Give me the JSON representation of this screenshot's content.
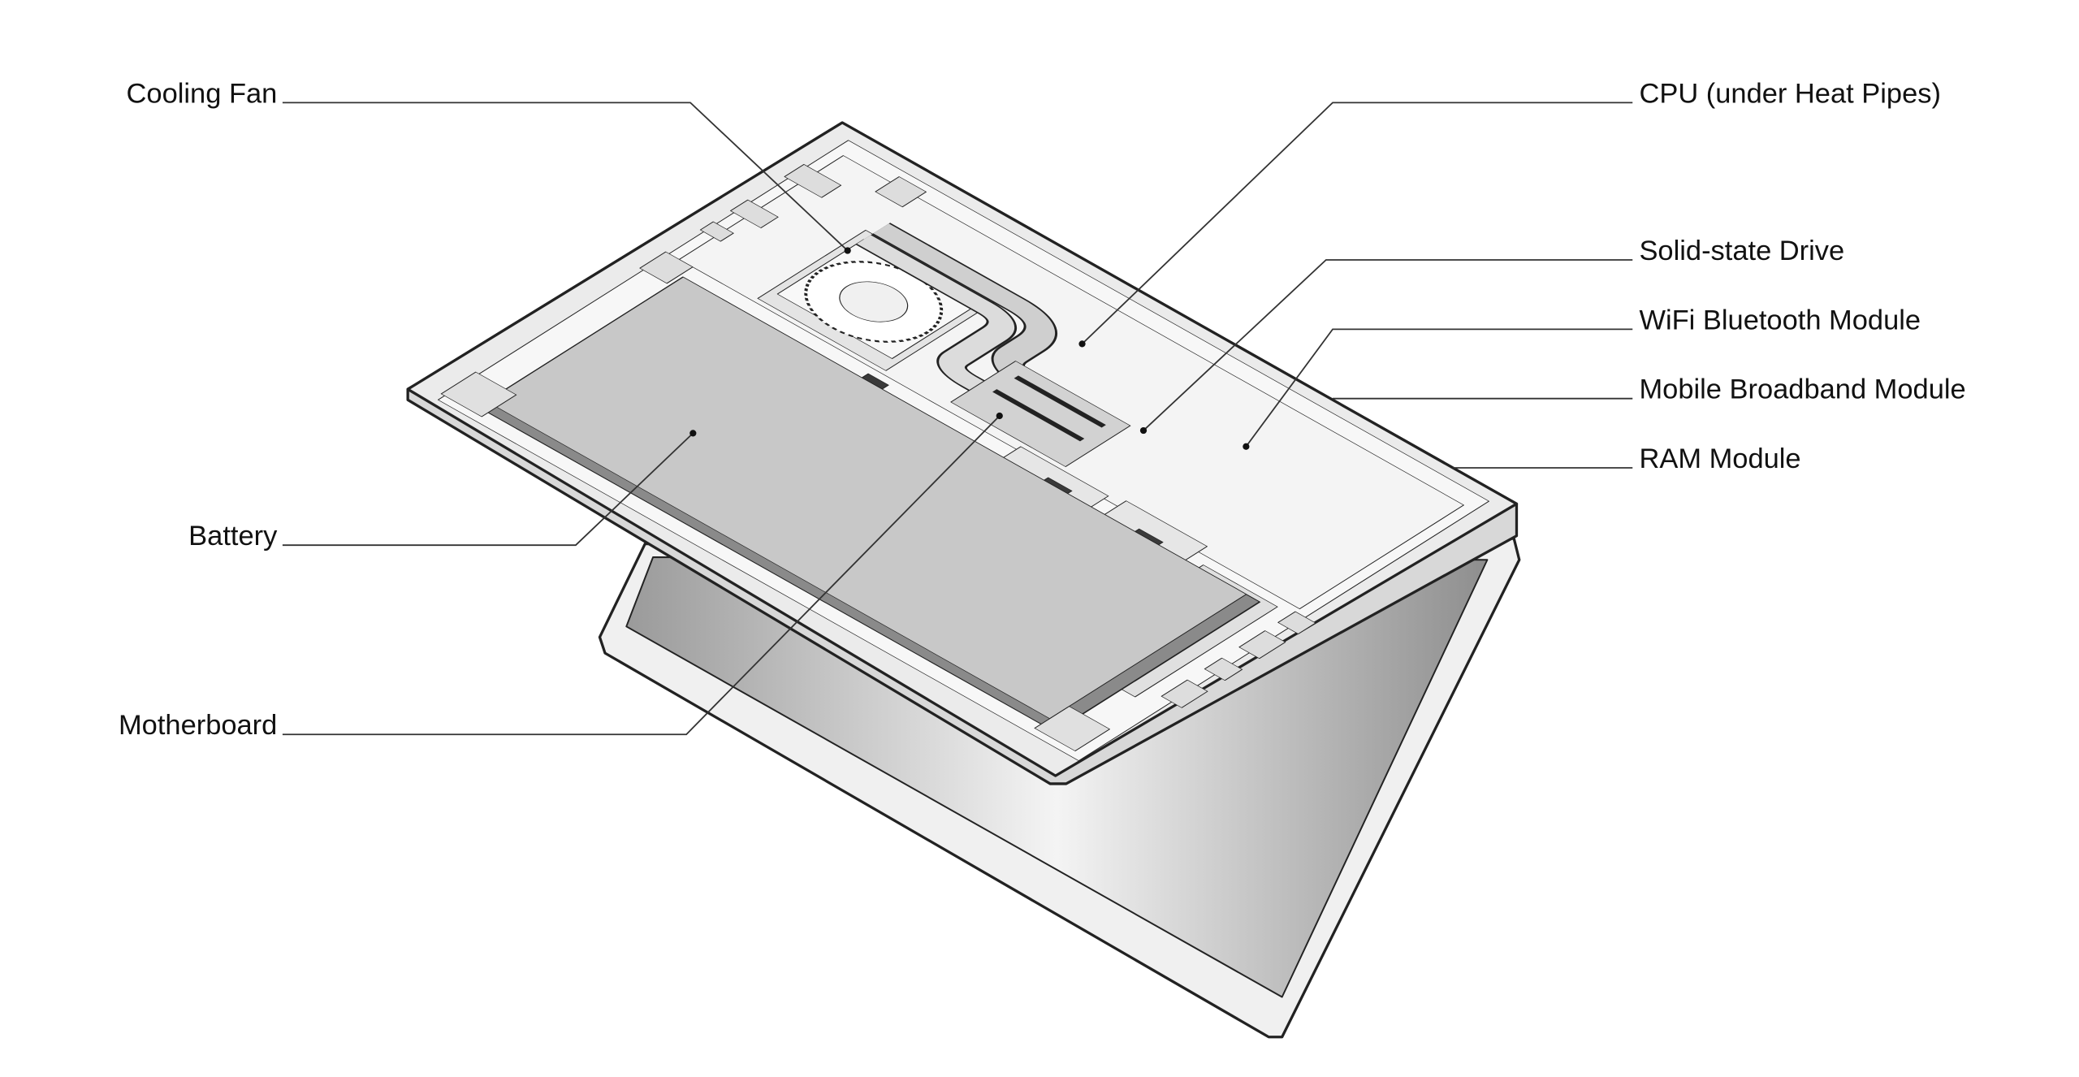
{
  "labels": {
    "cooling_fan": "Cooling Fan",
    "cpu": "CPU (under Heat Pipes)",
    "ssd": "Solid-state Drive",
    "wifi": "WiFi Bluetooth Module",
    "mobile_broadband": "Mobile Broadband Module",
    "ram": "RAM Module",
    "battery": "Battery",
    "motherboard": "Motherboard"
  },
  "colors": {
    "battery": "#c8c8c8",
    "tray": "#f2f2f2",
    "chip": "#3a3a3a",
    "outline": "#222222"
  }
}
